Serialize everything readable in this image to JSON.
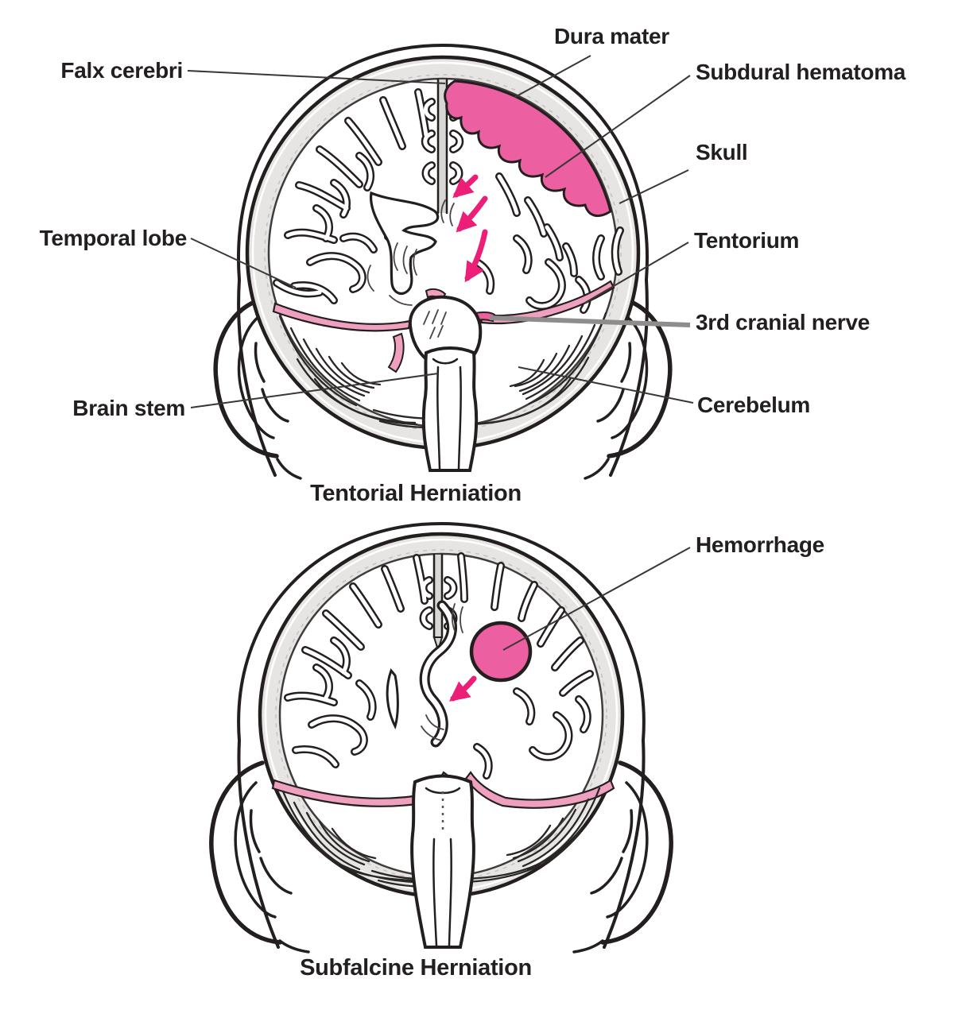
{
  "palette": {
    "ink": "#241f1f",
    "hematoma_pink": "#ec5fa1",
    "arrow_pink": "#ec1e78",
    "tentorium_pink": "#efa0bf",
    "skull_gray": "#e7e5e3",
    "falx_gray": "#d9d7d6",
    "leader_gray": "#3a3736",
    "nerve_leader_gray": "#8f8d8c",
    "text": "#231f20",
    "background": "#ffffff"
  },
  "figures": [
    {
      "id": "tentorial-herniation",
      "caption": "Tentorial Herniation",
      "labels": [
        {
          "id": "falx-cerebri",
          "text": "Falx cerebri"
        },
        {
          "id": "dura-mater",
          "text": "Dura mater"
        },
        {
          "id": "subdural-hematoma",
          "text": "Subdural hematoma"
        },
        {
          "id": "skull",
          "text": "Skull"
        },
        {
          "id": "temporal-lobe",
          "text": "Temporal lobe"
        },
        {
          "id": "tentorium",
          "text": "Tentorium"
        },
        {
          "id": "third-cranial-nerve",
          "text": "3rd cranial nerve"
        },
        {
          "id": "brain-stem",
          "text": "Brain stem"
        },
        {
          "id": "cerebelum",
          "text": "Cerebelum"
        }
      ]
    },
    {
      "id": "subfalcine-herniation",
      "caption": "Subfalcine Herniation",
      "labels": [
        {
          "id": "hemorrhage",
          "text": "Hemorrhage"
        }
      ]
    }
  ]
}
